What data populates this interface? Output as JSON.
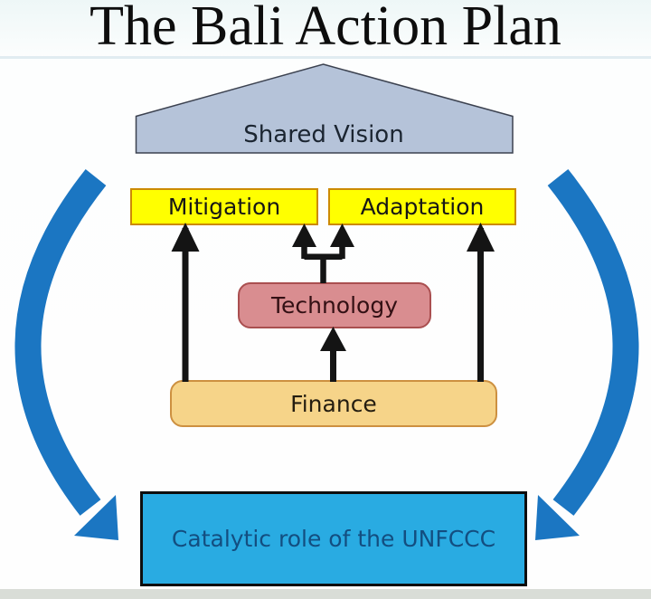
{
  "title": "The Bali Action Plan",
  "nodes": {
    "shared_vision": "Shared Vision",
    "mitigation": "Mitigation",
    "adaptation": "Adaptation",
    "technology": "Technology",
    "finance": "Finance",
    "unfccc": "Catalytic role of the UNFCCC"
  },
  "colors": {
    "shared_vision_fill": "#b5c3d9",
    "shared_vision_border": "#3c4250",
    "pillar_fill": "#ffff00",
    "pillar_border": "#cc8a00",
    "technology_fill": "#d98d90",
    "technology_border": "#aa4f50",
    "finance_fill": "#f6d489",
    "finance_border": "#cd9040",
    "unfccc_fill": "#29abe2",
    "unfccc_border": "#0d0d0d",
    "unfccc_text": "#134e80",
    "connector_black": "#141414",
    "cycle_arrow_blue": "#1b76c2"
  }
}
